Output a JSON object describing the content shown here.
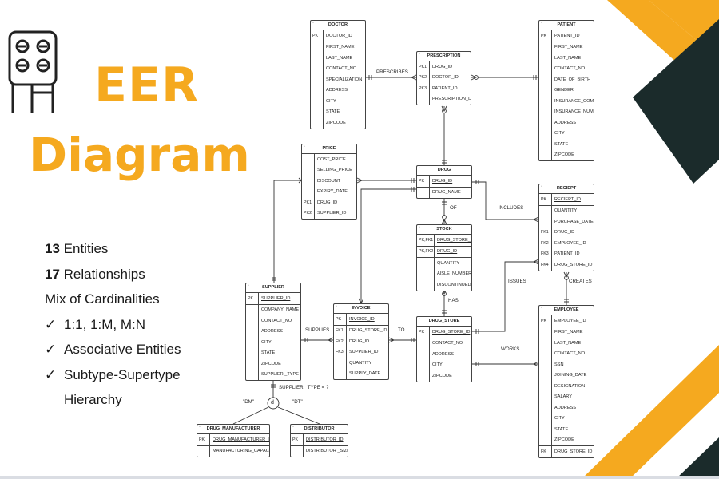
{
  "title": {
    "line1": "EER",
    "line2": "Diagram"
  },
  "summary": {
    "entities": {
      "count": "13",
      "label": "Entities"
    },
    "relationships": {
      "count": "17",
      "label": "Relationships"
    },
    "cardinality_heading": "Mix of Cardinalities",
    "checks": [
      "1:1, 1:M, M:N",
      "Associative Entities",
      "Subtype-Supertype",
      "Hierarchy"
    ]
  },
  "colors": {
    "accent": "#F5A91F",
    "dark": "#1B2B2B"
  },
  "icon": "pill-blister-pack-icon",
  "entities": {
    "doctor": {
      "name": "DOCTOR",
      "groups": [
        [
          [
            "PK",
            "DOCTOR_ID",
            true
          ]
        ],
        [
          [
            "",
            "FIRST_NAME"
          ],
          [
            "",
            "LAST_NAME"
          ],
          [
            "",
            "CONTACT_NO"
          ],
          [
            "",
            "SPECIALIZATION"
          ],
          [
            "",
            "ADDRESS"
          ],
          [
            "",
            "CITY"
          ],
          [
            "",
            "STATE"
          ],
          [
            "",
            "ZIPCODE"
          ]
        ]
      ]
    },
    "prescription": {
      "name": "PRESCRIPTION",
      "groups": [
        [
          [
            "PK1",
            "DRUG_ID"
          ],
          [
            "PK2",
            "DOCTOR_ID"
          ],
          [
            "PK3",
            "PATIENT_ID"
          ],
          [
            "",
            "PRESCRIPTION_DATE"
          ]
        ]
      ]
    },
    "patient": {
      "name": "PATIENT",
      "groups": [
        [
          [
            "PK",
            "PATIENT_ID",
            true
          ]
        ],
        [
          [
            "",
            "FIRST_NAME"
          ],
          [
            "",
            "LAST_NAME"
          ],
          [
            "",
            "CONTACT_NO"
          ],
          [
            "",
            "DATE_OF_BIRTH"
          ],
          [
            "",
            "GENDER"
          ],
          [
            "",
            "INSURANCE_COMPANY"
          ],
          [
            "",
            "INSURANCE_NUMBER"
          ],
          [
            "",
            "ADDRESS"
          ],
          [
            "",
            "CITY"
          ],
          [
            "",
            "STATE"
          ],
          [
            "",
            "ZIPCODE"
          ]
        ]
      ]
    },
    "price": {
      "name": "PRICE",
      "groups": [
        [
          [
            "",
            "COST_PRICE"
          ],
          [
            "",
            "SELLING_PRICE"
          ],
          [
            "",
            "DISCOUNT"
          ],
          [
            "",
            "EXPIRY_DATE"
          ],
          [
            "PK1",
            "DRUG_ID"
          ],
          [
            "PK2",
            "SUPPLIER_ID"
          ]
        ]
      ]
    },
    "drug": {
      "name": "DRUG",
      "groups": [
        [
          [
            "PK",
            "DRUG_ID",
            true
          ]
        ],
        [
          [
            "",
            "DRUG_NAME"
          ]
        ]
      ]
    },
    "reciept": {
      "name": "RECIEPT",
      "groups": [
        [
          [
            "PK",
            "RECIEPT_ID",
            true
          ]
        ],
        [
          [
            "",
            "QUANTITY"
          ],
          [
            "",
            "PURCHASE_DATE"
          ],
          [
            "FK1",
            "DRUG_ID"
          ],
          [
            "FK2",
            "EMPLOYEE_ID"
          ],
          [
            "FK3",
            "PATIENT_ID"
          ],
          [
            "FK4",
            "DRUG_STORE_ID"
          ]
        ]
      ]
    },
    "stock": {
      "name": "STOCK",
      "groups": [
        [
          [
            "PK,FK1",
            "DRUG_STORE_ID",
            true
          ]
        ],
        [
          [
            "PK,FK2",
            "DRUG_ID",
            true
          ]
        ],
        [
          [
            "",
            "QUANTITY"
          ],
          [
            "",
            "AISLE_NUMBER"
          ],
          [
            "",
            "DISCONTINUED?"
          ]
        ]
      ]
    },
    "supplier": {
      "name": "SUPPLIER",
      "groups": [
        [
          [
            "PK",
            "SUPPLIER_ID",
            true
          ]
        ],
        [
          [
            "",
            "COMPANY_NAME"
          ],
          [
            "",
            "CONTACT_NO"
          ],
          [
            "",
            "ADDRESS"
          ],
          [
            "",
            "CITY"
          ],
          [
            "",
            "STATE"
          ],
          [
            "",
            "ZIPCODE"
          ],
          [
            "",
            "SUPPLIER _TYPE"
          ]
        ]
      ]
    },
    "invoice": {
      "name": "INVOICE",
      "groups": [
        [
          [
            "PK",
            "INVOICE_ID",
            true
          ]
        ],
        [
          [
            "FK1",
            "DRUG_STORE_ID"
          ],
          [
            "FK2",
            "DRUG_ID"
          ],
          [
            "FK3",
            "SUPPLIER_ID"
          ],
          [
            "",
            "QUANTITY"
          ],
          [
            "",
            "SUPPLY_DATE"
          ]
        ]
      ]
    },
    "drug_store": {
      "name": "DRUG_STORE",
      "groups": [
        [
          [
            "PK",
            "DRUG_STORE_ID",
            true
          ]
        ],
        [
          [
            "",
            "CONTACT_NO"
          ],
          [
            "",
            "ADDRESS"
          ],
          [
            "",
            "CITY"
          ],
          [
            "",
            "ZIPCODE"
          ]
        ]
      ]
    },
    "employee": {
      "name": "EMPLOYEE",
      "groups": [
        [
          [
            "PK",
            "EMPLOYEE_ID",
            true
          ]
        ],
        [
          [
            "",
            "FIRST_NAME"
          ],
          [
            "",
            "LAST_NAME"
          ],
          [
            "",
            "CONTACT_NO"
          ],
          [
            "",
            "SSN"
          ],
          [
            "",
            "JOINING_DATE"
          ],
          [
            "",
            "DESIGNATION"
          ],
          [
            "",
            "SALARY"
          ],
          [
            "",
            "ADDRESS"
          ],
          [
            "",
            "CITY"
          ],
          [
            "",
            "STATE"
          ],
          [
            "",
            "ZIPCODE"
          ]
        ],
        [
          [
            "FK",
            "DRUG_STORE_ID"
          ]
        ]
      ]
    },
    "drug_manufacturer": {
      "name": "DRUG_MANUFACTURER",
      "groups": [
        [
          [
            "PK",
            "DRUG_MANUFACTURER_ID",
            true
          ]
        ],
        [
          [
            "",
            "MANUFACTURING_CAPACITY"
          ]
        ]
      ]
    },
    "distributor": {
      "name": "DISTRIBUTOR",
      "groups": [
        [
          [
            "PK",
            "DISTRIBUTOR_ID",
            true
          ]
        ],
        [
          [
            "",
            "DISTRIBUTOR _SIZE"
          ]
        ]
      ]
    }
  },
  "relationships": {
    "prescribes": "PRESCRIBES",
    "includes": "INCLUDES",
    "of": "OF",
    "issues": "ISSUES",
    "has": "HAS",
    "creates": "CREATES",
    "supplies": "SUPPLIES",
    "to": "TO",
    "works": "WORKS",
    "discriminator": "SUPPLIER _TYPE = ?",
    "subtype_dm": "\"DM\"",
    "subtype_dt": "\"DT\"",
    "disjoint": "d"
  }
}
